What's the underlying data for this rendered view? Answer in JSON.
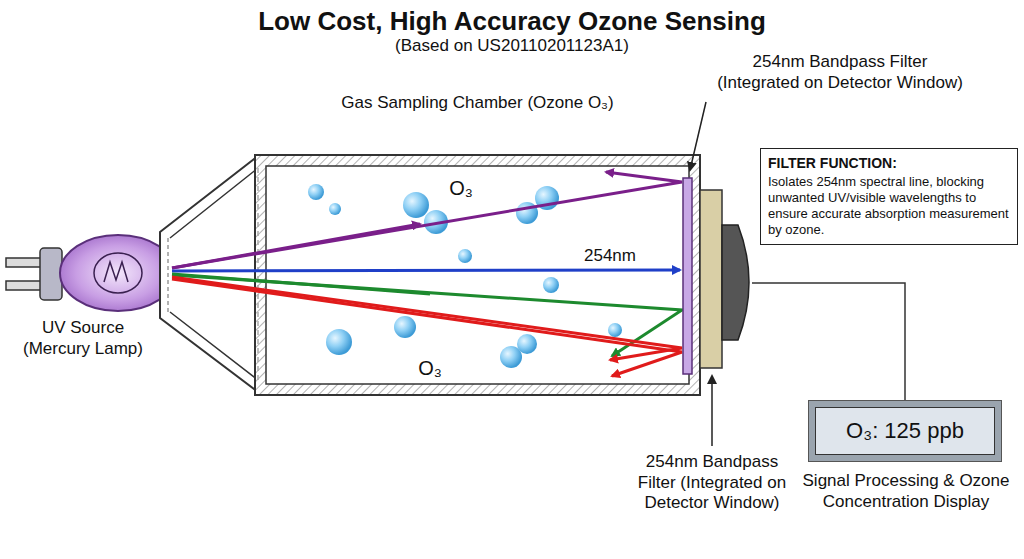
{
  "diagram": {
    "title": "Low Cost, High Accuracy Ozone Sensing",
    "nodes": [
      {
        "text": [
          "Gas Sampling Chamber (Ozone O₃)"
        ]
      },
      {
        "text": [
          "FILTER FUNCTION:",
          "Isolates 254nm spectral line, blocking unwanted UV/visible wavelengths to ensure accurate absorption measurement by ozone."
        ]
      },
      {
        "text": [
          "O₃: 125 ppb",
          "Signal Processing & Ozone Concentration Display"
        ]
      }
    ],
    "labels": [
      "(Based on US20110201123A1)",
      "254nm Bandpass Filter (Integrated on Detector Window)",
      "UV Source (Mercury Lamp)",
      "O₃",
      "254nm",
      "O₃",
      "254nm Bandpass Filter (Integrated on Detector Window)"
    ]
  }
}
